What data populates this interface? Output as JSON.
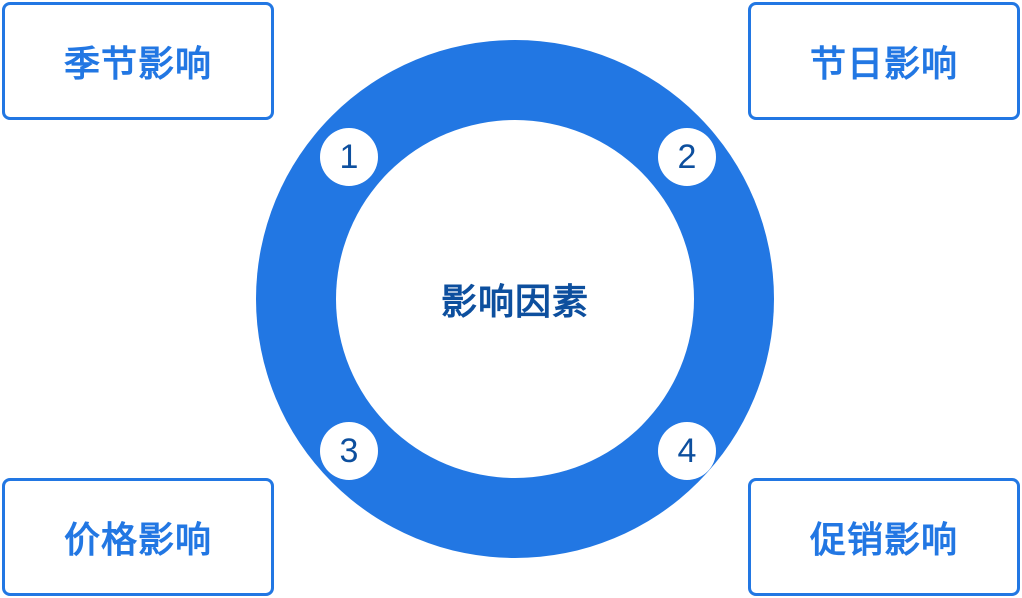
{
  "center": {
    "title": "影响因素"
  },
  "factors": [
    {
      "number": "1",
      "label": "季节影响"
    },
    {
      "number": "2",
      "label": "节日影响"
    },
    {
      "number": "3",
      "label": "价格影响"
    },
    {
      "number": "4",
      "label": "促销影响"
    }
  ],
  "colors": {
    "accent": "#2277e3",
    "text_dark": "#0d4f9e",
    "background": "#ffffff"
  }
}
